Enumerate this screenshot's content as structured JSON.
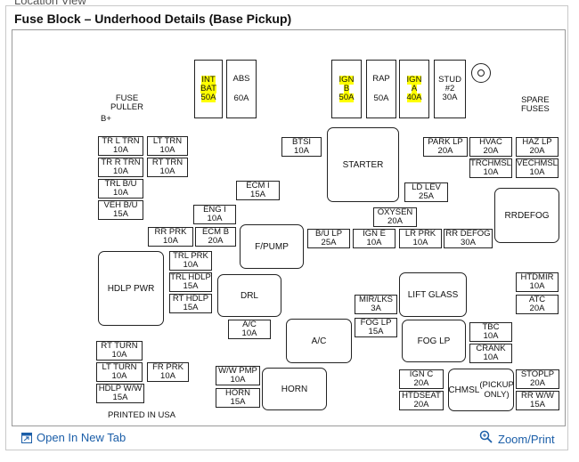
{
  "header": {
    "location_label": "Location View",
    "title": "Fuse Block – Underhood Details (Base Pickup)"
  },
  "labels": {
    "fuse_puller": [
      "FUSE",
      "PULLER"
    ],
    "b_plus": "B+",
    "spare_fuses": [
      "SPARE",
      "FUSES"
    ],
    "printed": "PRINTED IN USA"
  },
  "highlight_color": "#ffff00",
  "fuses": {
    "int_bat": [
      "INT",
      "BAT",
      "50A"
    ],
    "abs": [
      "ABS",
      "60A"
    ],
    "ign_b": [
      "IGN",
      "B",
      "50A"
    ],
    "rap": [
      "RAP",
      "50A"
    ],
    "ign_a": [
      "IGN",
      "A",
      "40A"
    ],
    "stud2": [
      "STUD",
      "#2",
      "30A"
    ],
    "tr_l_trn": [
      "TR L TRN",
      "10A"
    ],
    "lt_trn": [
      "LT TRN",
      "10A"
    ],
    "tr_r_trn": [
      "TR R TRN",
      "10A"
    ],
    "rt_trn": [
      "RT TRN",
      "10A"
    ],
    "trl_bu": [
      "TRL B/U",
      "10A"
    ],
    "veh_bu": [
      "VEH B/U",
      "15A"
    ],
    "btsi": [
      "BTSI",
      "10A"
    ],
    "park_lp": [
      "PARK LP",
      "20A"
    ],
    "hvac": [
      "HVAC",
      "20A"
    ],
    "haz_lp": [
      "HAZ LP",
      "20A"
    ],
    "trchmsl": [
      "TRCHMSL",
      "10A"
    ],
    "vechmsl": [
      "VECHMSL",
      "10A"
    ],
    "ecm_i": [
      "ECM I",
      "15A"
    ],
    "ld_lev": [
      "LD LEV",
      "25A"
    ],
    "eng_i": [
      "ENG I",
      "10A"
    ],
    "oxysen": [
      "OXYSEN",
      "20A"
    ],
    "rr_prk": [
      "RR PRK",
      "10A"
    ],
    "ecm_b": [
      "ECM B",
      "20A"
    ],
    "bu_lp": [
      "B/U LP",
      "25A"
    ],
    "ign_e": [
      "IGN E",
      "10A"
    ],
    "lr_prk": [
      "LR PRK",
      "10A"
    ],
    "rr_defog_fuse": [
      "RR DEFOG",
      "30A"
    ],
    "trl_prk": [
      "TRL PRK",
      "10A"
    ],
    "trl_hdlp": [
      "TRL HDLP",
      "15A"
    ],
    "rt_hdlp": [
      "RT HDLP",
      "15A"
    ],
    "htdmir": [
      "HTDMIR",
      "10A"
    ],
    "atc": [
      "ATC",
      "20A"
    ],
    "mir_lks": [
      "MIR/LKS",
      "3A"
    ],
    "ac_fuse": [
      "A/C",
      "10A"
    ],
    "fog_lp_fuse": [
      "FOG LP",
      "15A"
    ],
    "tbc": [
      "TBC",
      "10A"
    ],
    "crank": [
      "CRANK",
      "10A"
    ],
    "rt_turn": [
      "RT TURN",
      "10A"
    ],
    "lt_turn": [
      "LT TURN",
      "10A"
    ],
    "fr_prk": [
      "FR PRK",
      "10A"
    ],
    "hdlp_ww": [
      "HDLP W/W",
      "15A"
    ],
    "ww_pmp": [
      "W/W PMP",
      "10A"
    ],
    "horn_fuse": [
      "HORN",
      "15A"
    ],
    "ign_c": [
      "IGN C",
      "20A"
    ],
    "htdseat": [
      "HTDSEAT",
      "20A"
    ],
    "stoplp": [
      "STOPLP",
      "20A"
    ],
    "rr_ww": [
      "RR W/W",
      "15A"
    ]
  },
  "relays": {
    "starter": [
      "STARTER"
    ],
    "rr_defog": [
      "RR",
      "DEFOG"
    ],
    "fpump": [
      "F/PUMP"
    ],
    "hdlp_pwr": [
      "HDLP PWR"
    ],
    "drl": [
      "DRL"
    ],
    "lift_glass": [
      "LIFT GLASS"
    ],
    "ac": [
      "A/C"
    ],
    "fog_lp": [
      "FOG LP"
    ],
    "horn": [
      "HORN"
    ],
    "chmsl": [
      "CHMSL",
      "(PICKUP ONLY)"
    ]
  },
  "footer": {
    "open_tab": "Open In New Tab",
    "zoom_print": "Zoom/Print"
  }
}
